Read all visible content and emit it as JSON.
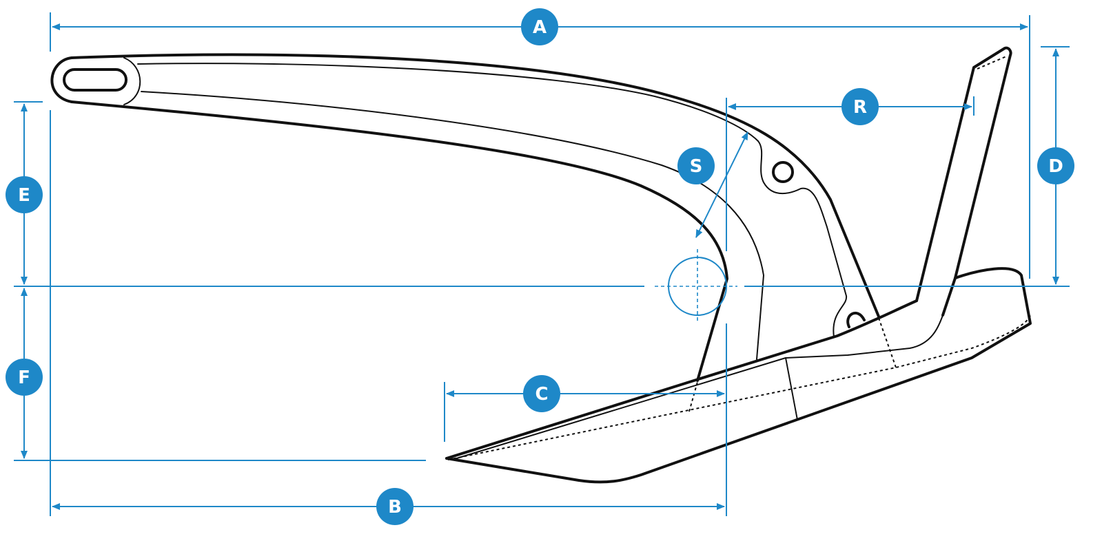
{
  "colors": {
    "dimension": "#1E88C8",
    "outline": "#111111",
    "label_text": "#FFFFFF",
    "background": "#FFFFFF"
  },
  "labels": {
    "A": "A",
    "B": "B",
    "C": "C",
    "D": "D",
    "E": "E",
    "F": "F",
    "R": "R",
    "S": "S"
  }
}
